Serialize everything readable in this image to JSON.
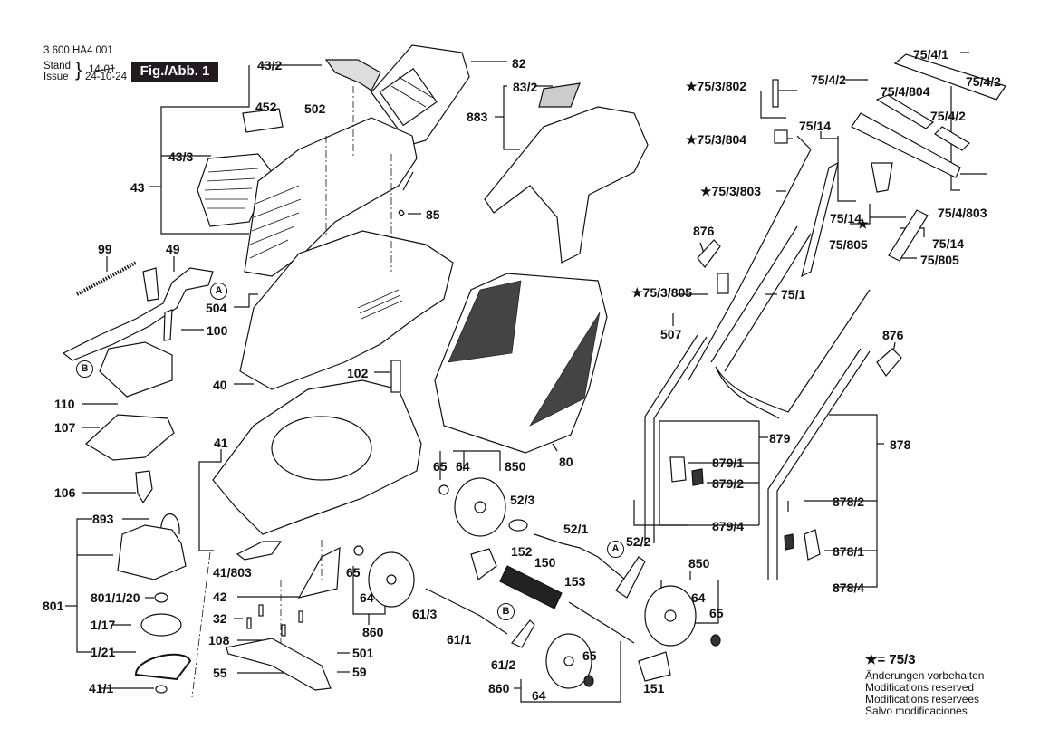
{
  "header": {
    "doc_number": "3 600 HA4 001",
    "stand_label": "Stand",
    "issue_label": "Issue",
    "old_date": "14-01",
    "new_date": "24-10-24",
    "figure_label": "Fig./Abb. 1"
  },
  "callouts": {
    "A": "A",
    "B": "B"
  },
  "labels": [
    {
      "id": "43/2",
      "text": "43/2"
    },
    {
      "id": "82",
      "text": "82"
    },
    {
      "id": "452",
      "text": "452"
    },
    {
      "id": "502",
      "text": "502"
    },
    {
      "id": "43/3",
      "text": "43/3"
    },
    {
      "id": "43",
      "text": "43"
    },
    {
      "id": "83/2",
      "text": "83/2"
    },
    {
      "id": "883",
      "text": "883"
    },
    {
      "id": "85",
      "text": "85"
    },
    {
      "id": "99",
      "text": "99"
    },
    {
      "id": "49",
      "text": "49"
    },
    {
      "id": "504",
      "text": "504"
    },
    {
      "id": "100",
      "text": "100"
    },
    {
      "id": "40",
      "text": "40"
    },
    {
      "id": "102",
      "text": "102"
    },
    {
      "id": "110",
      "text": "110"
    },
    {
      "id": "107",
      "text": "107"
    },
    {
      "id": "41",
      "text": "41"
    },
    {
      "id": "106",
      "text": "106"
    },
    {
      "id": "893",
      "text": "893"
    },
    {
      "id": "801",
      "text": "801"
    },
    {
      "id": "801/1/20",
      "text": "801/1/20"
    },
    {
      "id": "1/17",
      "text": "1/17"
    },
    {
      "id": "1/21",
      "text": "1/21"
    },
    {
      "id": "41/1",
      "text": "41/1"
    },
    {
      "id": "41/803",
      "text": "41/803"
    },
    {
      "id": "42",
      "text": "42"
    },
    {
      "id": "32",
      "text": "32"
    },
    {
      "id": "108",
      "text": "108"
    },
    {
      "id": "55",
      "text": "55"
    },
    {
      "id": "501",
      "text": "501"
    },
    {
      "id": "59",
      "text": "59"
    },
    {
      "id": "65a",
      "text": "65"
    },
    {
      "id": "64a",
      "text": "64"
    },
    {
      "id": "860a",
      "text": "860"
    },
    {
      "id": "65b",
      "text": "65"
    },
    {
      "id": "64b",
      "text": "64"
    },
    {
      "id": "850a",
      "text": "850"
    },
    {
      "id": "80",
      "text": "80"
    },
    {
      "id": "52/3",
      "text": "52/3"
    },
    {
      "id": "52/1",
      "text": "52/1"
    },
    {
      "id": "52/2",
      "text": "52/2"
    },
    {
      "id": "152",
      "text": "152"
    },
    {
      "id": "150",
      "text": "150"
    },
    {
      "id": "153",
      "text": "153"
    },
    {
      "id": "61/3",
      "text": "61/3"
    },
    {
      "id": "61/1",
      "text": "61/1"
    },
    {
      "id": "61/2",
      "text": "61/2"
    },
    {
      "id": "65c",
      "text": "65"
    },
    {
      "id": "860b",
      "text": "860"
    },
    {
      "id": "64c",
      "text": "64"
    },
    {
      "id": "151",
      "text": "151"
    },
    {
      "id": "850b",
      "text": "850"
    },
    {
      "id": "64d",
      "text": "64"
    },
    {
      "id": "65d",
      "text": "65"
    },
    {
      "id": "75/3/802",
      "text": "★75/3/802"
    },
    {
      "id": "75/3/804",
      "text": "★75/3/804"
    },
    {
      "id": "75/3/803",
      "text": "★75/3/803"
    },
    {
      "id": "75/3/805",
      "text": "★75/3/805"
    },
    {
      "id": "876a",
      "text": "876"
    },
    {
      "id": "507",
      "text": "507"
    },
    {
      "id": "75/1",
      "text": "75/1"
    },
    {
      "id": "876b",
      "text": "876"
    },
    {
      "id": "75/4/1",
      "text": "75/4/1"
    },
    {
      "id": "75/4/2a",
      "text": "75/4/2"
    },
    {
      "id": "75/4/2b",
      "text": "75/4/2"
    },
    {
      "id": "75/4/804",
      "text": "75/4/804"
    },
    {
      "id": "75/4/2c",
      "text": "75/4/2"
    },
    {
      "id": "75/14a",
      "text": "75/14"
    },
    {
      "id": "75/14b",
      "text": "75/14"
    },
    {
      "id": "star",
      "text": "★"
    },
    {
      "id": "75/805a",
      "text": "75/805"
    },
    {
      "id": "75/4/803",
      "text": "75/4/803"
    },
    {
      "id": "75/14c",
      "text": "75/14"
    },
    {
      "id": "75/805b",
      "text": "75/805"
    },
    {
      "id": "879",
      "text": "879"
    },
    {
      "id": "879/1",
      "text": "879/1"
    },
    {
      "id": "879/2",
      "text": "879/2"
    },
    {
      "id": "879/4",
      "text": "879/4"
    },
    {
      "id": "878",
      "text": "878"
    },
    {
      "id": "878/2",
      "text": "878/2"
    },
    {
      "id": "878/1",
      "text": "878/1"
    },
    {
      "id": "878/4",
      "text": "878/4"
    }
  ],
  "notes": {
    "star_legend": "★= 75/3",
    "lines": [
      "Änderungen vorbehalten",
      "Modifications reserved",
      "Modifications reservees",
      "Salvo modificaciones"
    ]
  }
}
